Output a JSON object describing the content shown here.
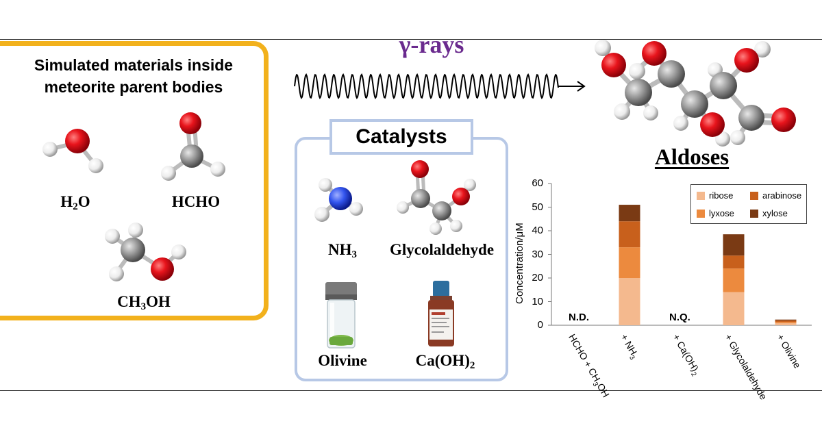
{
  "left_panel": {
    "title_line1": "Simulated materials inside",
    "title_line2": "meteorite parent bodies",
    "molecules": [
      {
        "name": "water",
        "label_main": "H",
        "label_sub": "2",
        "label_tail": "O"
      },
      {
        "name": "formaldehyde",
        "label": "HCHO"
      },
      {
        "name": "methanol",
        "label_main": "CH",
        "label_sub": "3",
        "label_tail": "OH"
      }
    ]
  },
  "radiation": {
    "label": "γ-rays"
  },
  "catalysts": {
    "title": "Catalysts",
    "items": [
      {
        "label_main": "NH",
        "label_sub": "3",
        "label_tail": ""
      },
      {
        "label_main": "Glycolaldehyde",
        "label_sub": "",
        "label_tail": ""
      },
      {
        "label_main": "Olivine",
        "label_sub": "",
        "label_tail": ""
      },
      {
        "label_main": "Ca(OH)",
        "label_sub": "2",
        "label_tail": ""
      }
    ]
  },
  "product": {
    "title": "Aldoses"
  },
  "colors": {
    "frame": "#f2b11c",
    "catalyst_frame": "#b7c8e6",
    "gamma": "#6a2a8e",
    "oxygen": "#e8141c",
    "carbon": "#9a9a9a",
    "hydrogen": "#f0f0f0",
    "nitrogen": "#3355ee",
    "ribose": "#f4b98e",
    "lyxose": "#ec8a3e",
    "arabinose": "#c8601c",
    "xylose": "#7a3a14"
  },
  "chart_data": {
    "type": "bar",
    "stacked": true,
    "ylabel": "Concentration/μM",
    "ylim": [
      0,
      60
    ],
    "yticks": [
      "0",
      "10",
      "20",
      "30",
      "40",
      "50",
      "60"
    ],
    "categories": [
      {
        "main": "HCHO + CH",
        "sub": "3",
        "tail": "OH"
      },
      {
        "main": "+ NH",
        "sub": "3",
        "tail": ""
      },
      {
        "main": "+ Ca(OH)",
        "sub": "2",
        "tail": ""
      },
      {
        "main": "+ Glycolaldehyde",
        "sub": "",
        "tail": ""
      },
      {
        "main": "+ Olivine",
        "sub": "",
        "tail": ""
      }
    ],
    "series": [
      {
        "name": "ribose",
        "values": [
          0,
          20,
          0,
          14,
          0.8
        ]
      },
      {
        "name": "lyxose",
        "values": [
          0,
          13,
          0,
          10,
          0.6
        ]
      },
      {
        "name": "arabinose",
        "values": [
          0,
          11,
          0,
          5.5,
          0.6
        ]
      },
      {
        "name": "xylose",
        "values": [
          0,
          7,
          0,
          9,
          0.4
        ]
      }
    ],
    "annotations": [
      "N.D.",
      "N.Q."
    ],
    "legend_position": "top-right",
    "grid": false
  }
}
